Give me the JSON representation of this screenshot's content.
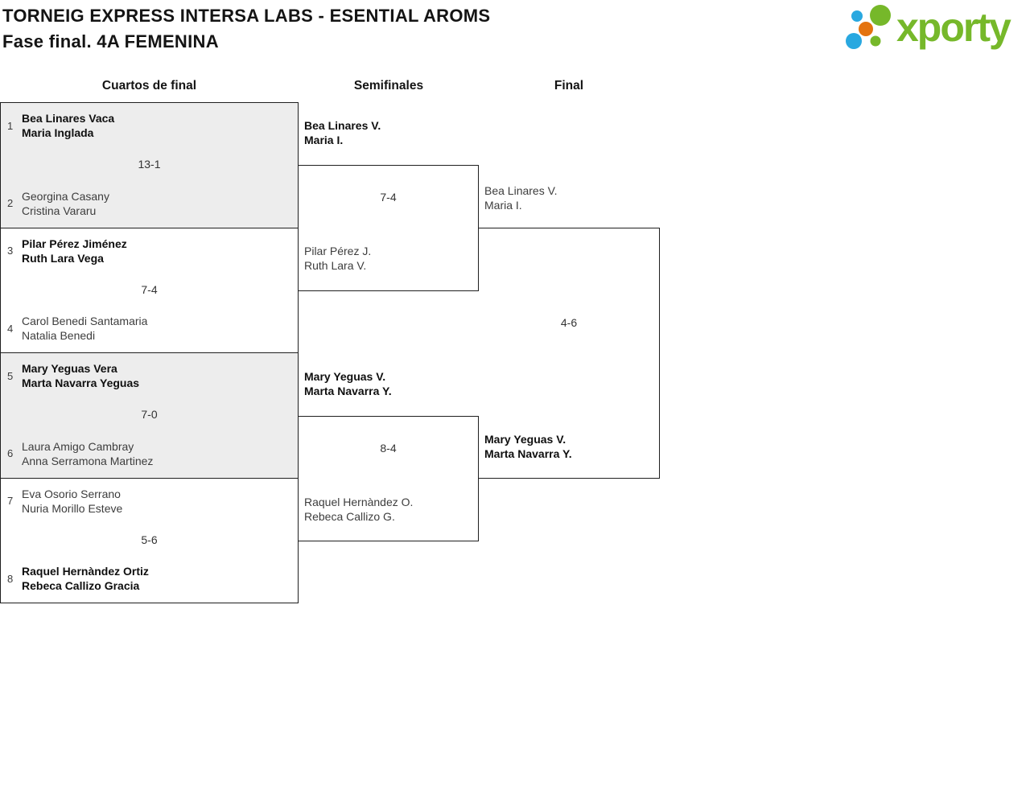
{
  "header": {
    "title_line1": "TORNEIG EXPRESS INTERSA LABS - ESENTIAL AROMS",
    "title_line2": "Fase final. 4A FEMENINA"
  },
  "logo": {
    "text": "xporty",
    "colors": {
      "green": "#76b82a",
      "blue": "#29a8e0",
      "orange": "#e4730f"
    }
  },
  "bracket": {
    "rounds": [
      "Cuartos de final",
      "Semifinales",
      "Final"
    ],
    "quarterfinals": [
      {
        "seed_top": "1",
        "team_top_line1": "Bea Linares Vaca",
        "team_top_line2": "Maria Inglada",
        "top_winner": true,
        "score": "13-1",
        "seed_bottom": "2",
        "team_bottom_line1": "Georgina Casany",
        "team_bottom_line2": "Cristina Vararu",
        "bottom_winner": false
      },
      {
        "seed_top": "3",
        "team_top_line1": "Pilar Pérez Jiménez",
        "team_top_line2": "Ruth Lara Vega",
        "top_winner": true,
        "score": "7-4",
        "seed_bottom": "4",
        "team_bottom_line1": "Carol Benedi Santamaria",
        "team_bottom_line2": "Natalia Benedi",
        "bottom_winner": false
      },
      {
        "seed_top": "5",
        "team_top_line1": "Mary Yeguas Vera",
        "team_top_line2": "Marta Navarra Yeguas",
        "top_winner": true,
        "score": "7-0",
        "seed_bottom": "6",
        "team_bottom_line1": "Laura Amigo Cambray",
        "team_bottom_line2": "Anna Serramona Martinez",
        "bottom_winner": false
      },
      {
        "seed_top": "7",
        "team_top_line1": "Eva Osorio Serrano",
        "team_top_line2": "Nuria Morillo Esteve",
        "top_winner": false,
        "score": "5-6",
        "seed_bottom": "8",
        "team_bottom_line1": "Raquel Hernàndez Ortiz",
        "team_bottom_line2": "Rebeca Callizo Gracia",
        "bottom_winner": true
      }
    ],
    "semifinals": [
      {
        "team_top_line1": "Bea Linares V.",
        "team_top_line2": "Maria I.",
        "top_winner": true,
        "score": "7-4",
        "team_bottom_line1": "Pilar Pérez J.",
        "team_bottom_line2": "Ruth Lara V.",
        "bottom_winner": false
      },
      {
        "team_top_line1": "Mary Yeguas V.",
        "team_top_line2": "Marta Navarra Y.",
        "top_winner": true,
        "score": "8-4",
        "team_bottom_line1": "Raquel Hernàndez O.",
        "team_bottom_line2": "Rebeca Callizo G.",
        "bottom_winner": false
      }
    ],
    "final": {
      "team_top_line1": "Bea Linares V.",
      "team_top_line2": "Maria I.",
      "top_winner": false,
      "score": "4-6",
      "team_bottom_line1": "Mary Yeguas V.",
      "team_bottom_line2": "Marta Navarra Y.",
      "bottom_winner": true
    }
  }
}
